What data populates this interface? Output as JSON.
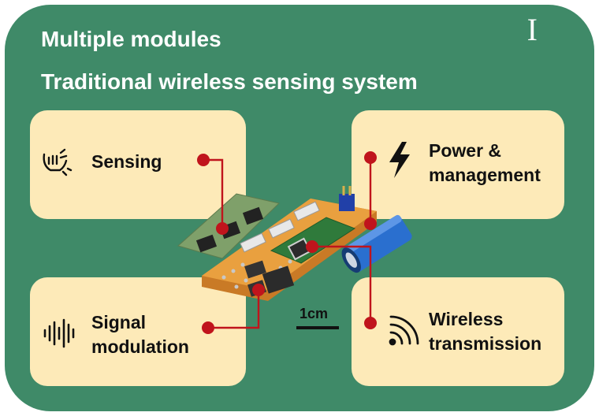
{
  "heading": {
    "line1": "Multiple modules",
    "line2": "Traditional wireless sensing system",
    "panel_numeral": "I"
  },
  "modules": {
    "sensing": {
      "line1": "Sensing",
      "icon": "touch-hand-icon"
    },
    "power": {
      "line1": "Power &",
      "line2": "management",
      "icon": "lightning-bolt-icon"
    },
    "signal": {
      "line1": "Signal",
      "line2": "modulation",
      "icon": "waveform-icon"
    },
    "wireless": {
      "line1": "Wireless",
      "line2": "transmission",
      "icon": "wireless-signal-icon"
    }
  },
  "scale_bar": {
    "label": "1cm"
  },
  "colors": {
    "panel_background": "#3f8a68",
    "module_box": "#fdeab8",
    "connector": "#c0141c",
    "pcb": "#e69a3c",
    "capacitor": "#2a6fcf"
  }
}
